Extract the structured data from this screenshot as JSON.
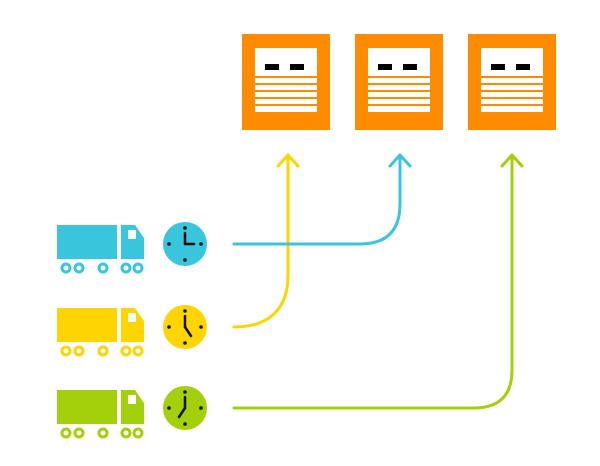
{
  "colors": {
    "background": "#ffffff",
    "dock_orange": "#ff8c00",
    "dock_window": "#000000",
    "slat": "#ffffff",
    "route_blue": "#39c6dc",
    "route_yellow": "#ffd500",
    "route_green": "#a3cf0b",
    "clock_ink": "#111111"
  },
  "docks": [
    {
      "id": "dock-1",
      "icon": "loading-dock-icon"
    },
    {
      "id": "dock-2",
      "icon": "loading-dock-icon"
    },
    {
      "id": "dock-3",
      "icon": "loading-dock-icon"
    }
  ],
  "trucks": [
    {
      "id": "truck-blue",
      "icon": "truck-icon",
      "color": "#39c6dc",
      "clock_time": "3:00",
      "target_dock": "dock-2"
    },
    {
      "id": "truck-yellow",
      "icon": "truck-icon",
      "color": "#ffd500",
      "clock_time": "5:00",
      "target_dock": "dock-1"
    },
    {
      "id": "truck-green",
      "icon": "truck-icon",
      "color": "#a3cf0b",
      "clock_time": "7:00",
      "target_dock": "dock-3"
    }
  ]
}
